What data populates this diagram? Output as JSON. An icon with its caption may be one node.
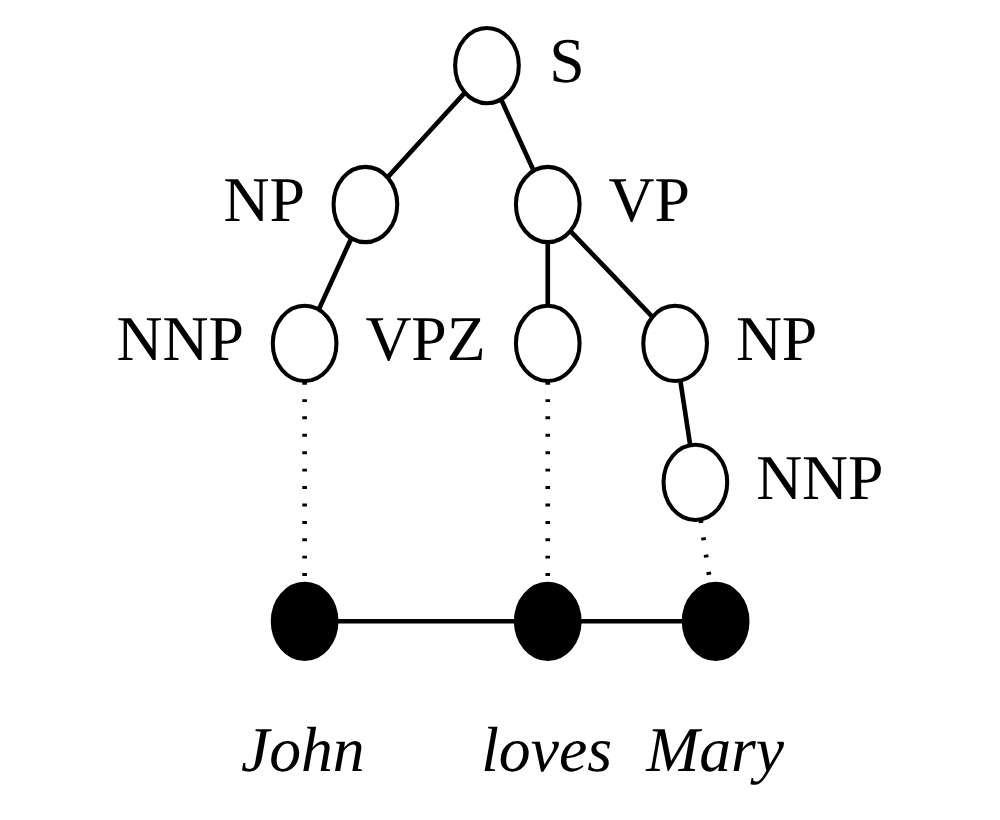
{
  "diagram": {
    "nodes": [
      {
        "text": [],
        "shape": "circle",
        "beside": [
          "S"
        ]
      },
      {
        "text": [],
        "shape": "circle",
        "beside": [
          "NP"
        ]
      },
      {
        "text": [],
        "shape": "circle",
        "beside": [
          "VP"
        ]
      },
      {
        "text": [],
        "shape": "circle",
        "beside": [
          "NNP"
        ]
      },
      {
        "text": [],
        "shape": "circle",
        "beside": [
          "VPZ"
        ]
      },
      {
        "text": [],
        "shape": "circle",
        "beside": [
          "NP"
        ]
      },
      {
        "text": [],
        "shape": "circle",
        "beside": [
          "NNP"
        ]
      },
      {
        "text": [],
        "shape": "circle",
        "beside": [
          "John"
        ]
      },
      {
        "text": [],
        "shape": "circle",
        "beside": [
          "loves"
        ]
      },
      {
        "text": [],
        "shape": "circle",
        "beside": [
          "Mary"
        ]
      }
    ],
    "edges": [
      {
        "from": 0,
        "to": 1,
        "arrow": "none"
      },
      {
        "from": 0,
        "to": 2,
        "arrow": "none"
      },
      {
        "from": 1,
        "to": 3,
        "arrow": "none"
      },
      {
        "from": 2,
        "to": 4,
        "arrow": "none"
      },
      {
        "from": 2,
        "to": 5,
        "arrow": "none"
      },
      {
        "from": 5,
        "to": 6,
        "arrow": "none"
      },
      {
        "from": 3,
        "to": 7,
        "arrow": "none",
        "style": "dashed"
      },
      {
        "from": 4,
        "to": 8,
        "arrow": "none",
        "style": "dashed"
      },
      {
        "from": 6,
        "to": 9,
        "arrow": "none",
        "style": "dashed"
      },
      {
        "from": 7,
        "to": 8,
        "arrow": "none"
      },
      {
        "from": 8,
        "to": 9,
        "arrow": "none"
      }
    ]
  }
}
